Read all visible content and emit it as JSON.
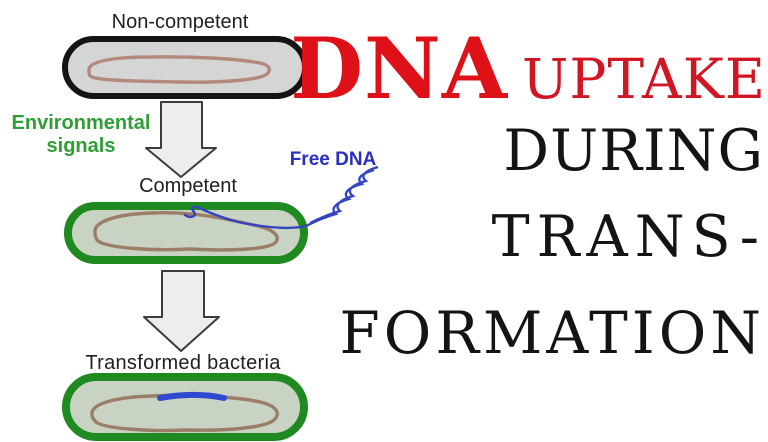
{
  "diagram": {
    "labels": {
      "non_competent": "Non-competent",
      "environmental_line1": "Environmental",
      "environmental_line2": "signals",
      "competent": "Competent",
      "free_dna": "Free DNA",
      "transformed": "Transformed bacteria"
    },
    "colors": {
      "noncompetent_membrane": "#141414",
      "noncompetent_fill": "#d5d5d6",
      "noncompetent_chromosome": "#b3897b",
      "competent_membrane": "#1e8a1f",
      "competent_fill": "#c9d3c3",
      "chromosome_brown": "#9a7e66",
      "free_dna_blue": "#3644c2",
      "integrated_dna_blue": "#2f4ad0",
      "arrow_fill": "#ededed",
      "arrow_outline": "#3c3c3c",
      "environmental_label_green": "#2f9e35",
      "free_dna_label_blue": "#2b2fc0",
      "cell_label_black": "#1f1f1f"
    }
  },
  "headline": {
    "dna": "DNA",
    "uptake": "UPTAKE",
    "during": "DURING",
    "trans": "TRANS-",
    "formation": "FORMATION",
    "red": "#dd1117",
    "black": "#141414"
  }
}
